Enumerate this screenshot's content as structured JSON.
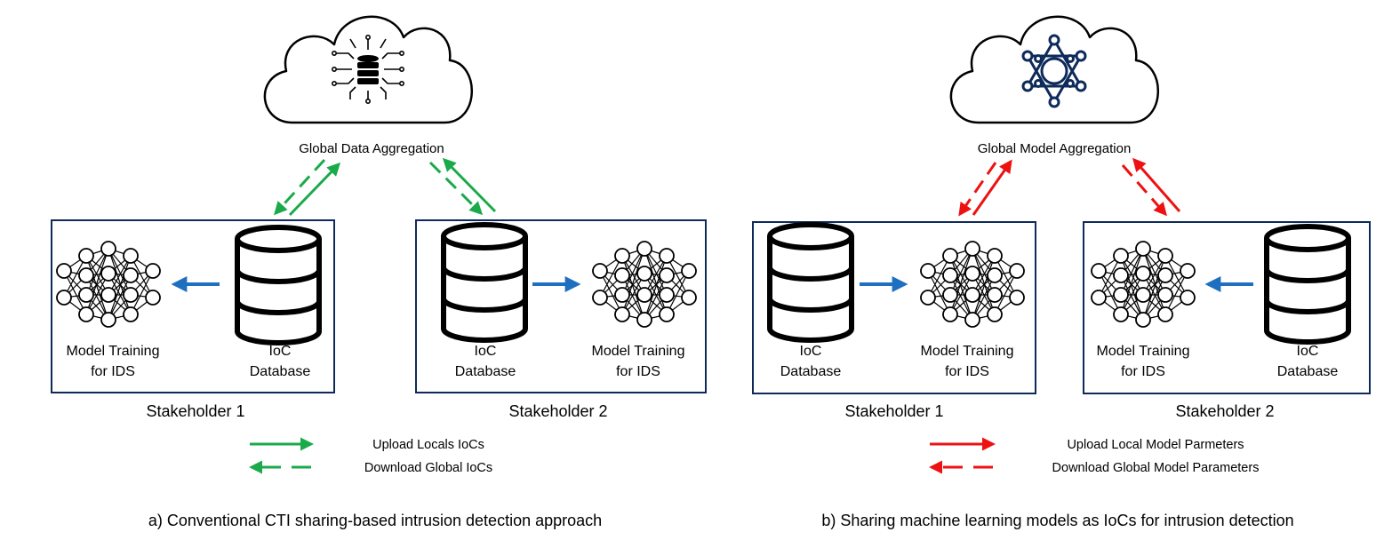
{
  "colors": {
    "green": "#1aaa4a",
    "red": "#ee1111",
    "blue": "#1f6fc0",
    "navy": "#0d2a5a",
    "line": "#000000"
  },
  "panel_a": {
    "aggregation_label": "Global Data Aggregation",
    "cloud_icon": "database-hub-icon",
    "stakeholder1": {
      "name": "Stakeholder 1",
      "model_label_1": "Model Training",
      "model_label_2": "for IDS",
      "db_label_1": "IoC",
      "db_label_2": "Database"
    },
    "stakeholder2": {
      "name": "Stakeholder 2",
      "model_label_1": "Model Training",
      "model_label_2": "for IDS",
      "db_label_1": "IoC",
      "db_label_2": "Database"
    },
    "legend": {
      "upload": "Upload Locals IoCs",
      "download": "Download Global IoCs"
    },
    "caption": "a) Conventional CTI sharing-based intrusion detection approach"
  },
  "panel_b": {
    "aggregation_label": "Global Model Aggregation",
    "cloud_icon": "neural-network-icon",
    "stakeholder1": {
      "name": "Stakeholder 1",
      "model_label_1": "Model Training",
      "model_label_2": "for IDS",
      "db_label_1": "IoC",
      "db_label_2": "Database"
    },
    "stakeholder2": {
      "name": "Stakeholder 2",
      "model_label_1": "Model Training",
      "model_label_2": "for IDS",
      "db_label_1": "IoC",
      "db_label_2": "Database"
    },
    "legend": {
      "upload": "Upload Local Model Parmeters",
      "download": "Download Global Model Parameters"
    },
    "caption": "b) Sharing machine learning models as IoCs for intrusion detection"
  }
}
